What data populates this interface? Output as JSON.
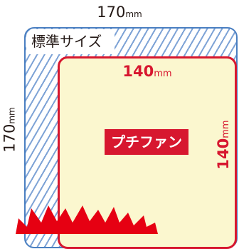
{
  "standard": {
    "label": "標準サイズ",
    "width_value": "170",
    "height_value": "170",
    "unit": "mm"
  },
  "petit_fan": {
    "label": "プチファン",
    "width_value": "140",
    "height_value": "140",
    "unit": "mm"
  },
  "colors": {
    "standard_border": "#4a7fc1",
    "hatch": "#7ea3d6",
    "petit_border": "#d7172f",
    "petit_fill": "#fbf7cf",
    "badge_bg": "#d7172f",
    "burst": "#e60012"
  }
}
